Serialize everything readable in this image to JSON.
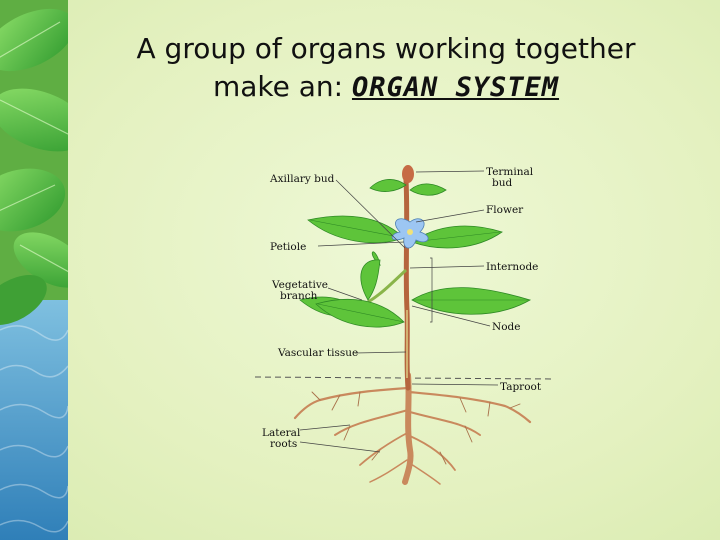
{
  "slide": {
    "title_line1": "A group of organs working together",
    "title_line2_prefix": "make an:",
    "title_emphasis": "ORGAN SYSTEM"
  },
  "diagram": {
    "labels": {
      "axillary_bud": "Axillary bud",
      "terminal_bud_1": "Terminal",
      "terminal_bud_2": "bud",
      "flower": "Flower",
      "petiole": "Petiole",
      "internode": "Internode",
      "vegetative_branch_1": "Vegetative",
      "vegetative_branch_2": "branch",
      "node": "Node",
      "vascular_tissue": "Vascular tissue",
      "taproot": "Taproot",
      "lateral_roots_1": "Lateral",
      "lateral_roots_2": "roots"
    }
  },
  "colors": {
    "background": "#e6f3c6",
    "leaf_green": "#5ec43a",
    "stem_brown": "#b5653d",
    "root_tan": "#c9895d",
    "flower_blue": "#9cc6f2"
  }
}
